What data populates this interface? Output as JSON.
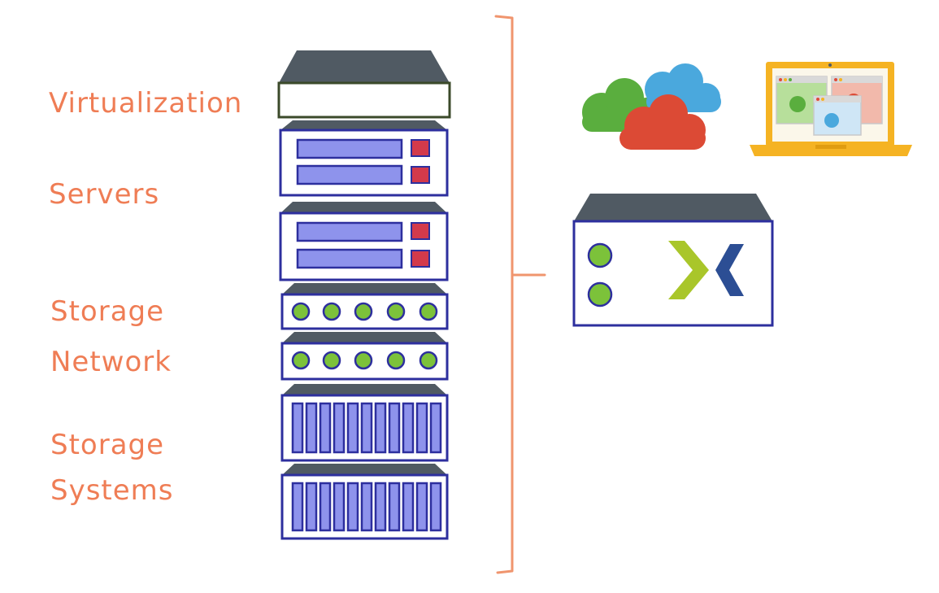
{
  "labels": {
    "virtualization": "Virtualization",
    "servers": "Servers",
    "storage_network_line1": "Storage",
    "storage_network_line2": "Network",
    "storage_systems_line1": "Storage",
    "storage_systems_line2": "Systems"
  },
  "colors": {
    "label_orange": "#ef7d55",
    "outline_blue": "#2d2f9e",
    "panel_blue": "#8e93ec",
    "top_gray": "#505a63",
    "port_green": "#7cc23a",
    "status_red": "#d33a4b",
    "cloud_green": "#5aae3e",
    "cloud_blue": "#4aa8dd",
    "cloud_red": "#dc4a35",
    "laptop_yellow": "#f5b323",
    "logo_green": "#a9c62a",
    "logo_blue": "#2c4e94",
    "bracket_orange": "#f0956e"
  },
  "icons": [
    "cloud-icon",
    "laptop-icon",
    "nutanix-logo-icon",
    "server-rack-icon"
  ]
}
